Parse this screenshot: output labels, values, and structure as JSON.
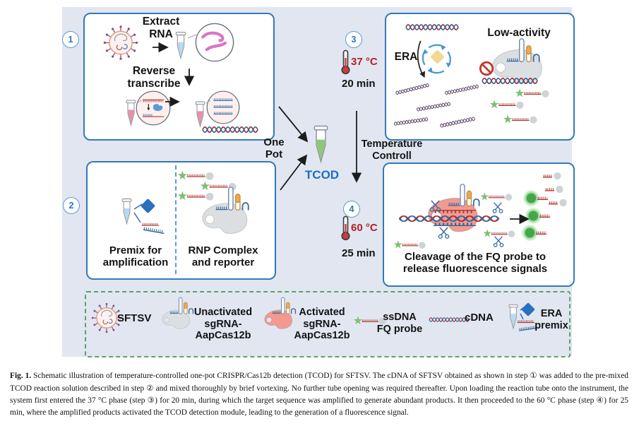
{
  "figure": {
    "steps": {
      "s1": "1",
      "s2": "2",
      "s3": "3",
      "s4": "4"
    },
    "panel1": {
      "extract": "Extract\nRNA",
      "reverse": "Reverse\ntranscribe"
    },
    "panel2": {
      "premix": "Premix for\namplification",
      "rnp": "RNP Complex\nand reporter"
    },
    "panel3": {
      "era": "ERA",
      "low_activity": "Low-activity"
    },
    "panel4": {
      "cleavage": "Cleavage of the FQ probe to\nrelease fluorescence signals"
    },
    "middle": {
      "one_pot": "One\nPot",
      "tcod": "TCOD",
      "temp_control": "Temperature\nControll"
    },
    "step3": {
      "temp": "37 °C",
      "time": "20 min"
    },
    "step4": {
      "temp": "60 °C",
      "time": "25 min"
    },
    "legend": {
      "sftsv": "SFTSV",
      "unactivated": "Unactivated\nsgRNA-\nAapCas12b",
      "activated": "Activated\nsgRNA-\nAapCas12b",
      "probe": "ssDNA\nFQ probe",
      "cdna": "cDNA",
      "era_premix": "ERA\npremix"
    },
    "colors": {
      "background": "#e1e6f0",
      "panel_border": "#3579b8",
      "legend_border": "#5fa06c",
      "temp_red": "#b42025",
      "tcod_blue": "#1b6ec2",
      "tube_green": "#8cc878",
      "cas_gray": "#dcdfe2",
      "cas_active_pink": "#f09a92",
      "probe_star_green": "#7fbe72"
    }
  },
  "caption": {
    "label": "Fig. 1.",
    "text": "Schematic illustration of temperature-controlled one-pot CRISPR/Cas12b detection (TCOD) for SFTSV. The cDNA of SFTSV obtained as shown in step ① was added to the pre-mixed TCOD reaction solution described in step ② and mixed thoroughly by brief vortexing. No further tube opening was required thereafter. Upon loading the reaction tube onto the instrument, the system first entered the 37 °C phase (step ③) for 20 min, during which the target sequence was amplified to generate abundant products. It then proceeded to the 60 °C phase (step ④) for 25 min, where the amplified products activated the TCOD detection module, leading to the generation of a fluorescence signal."
  }
}
